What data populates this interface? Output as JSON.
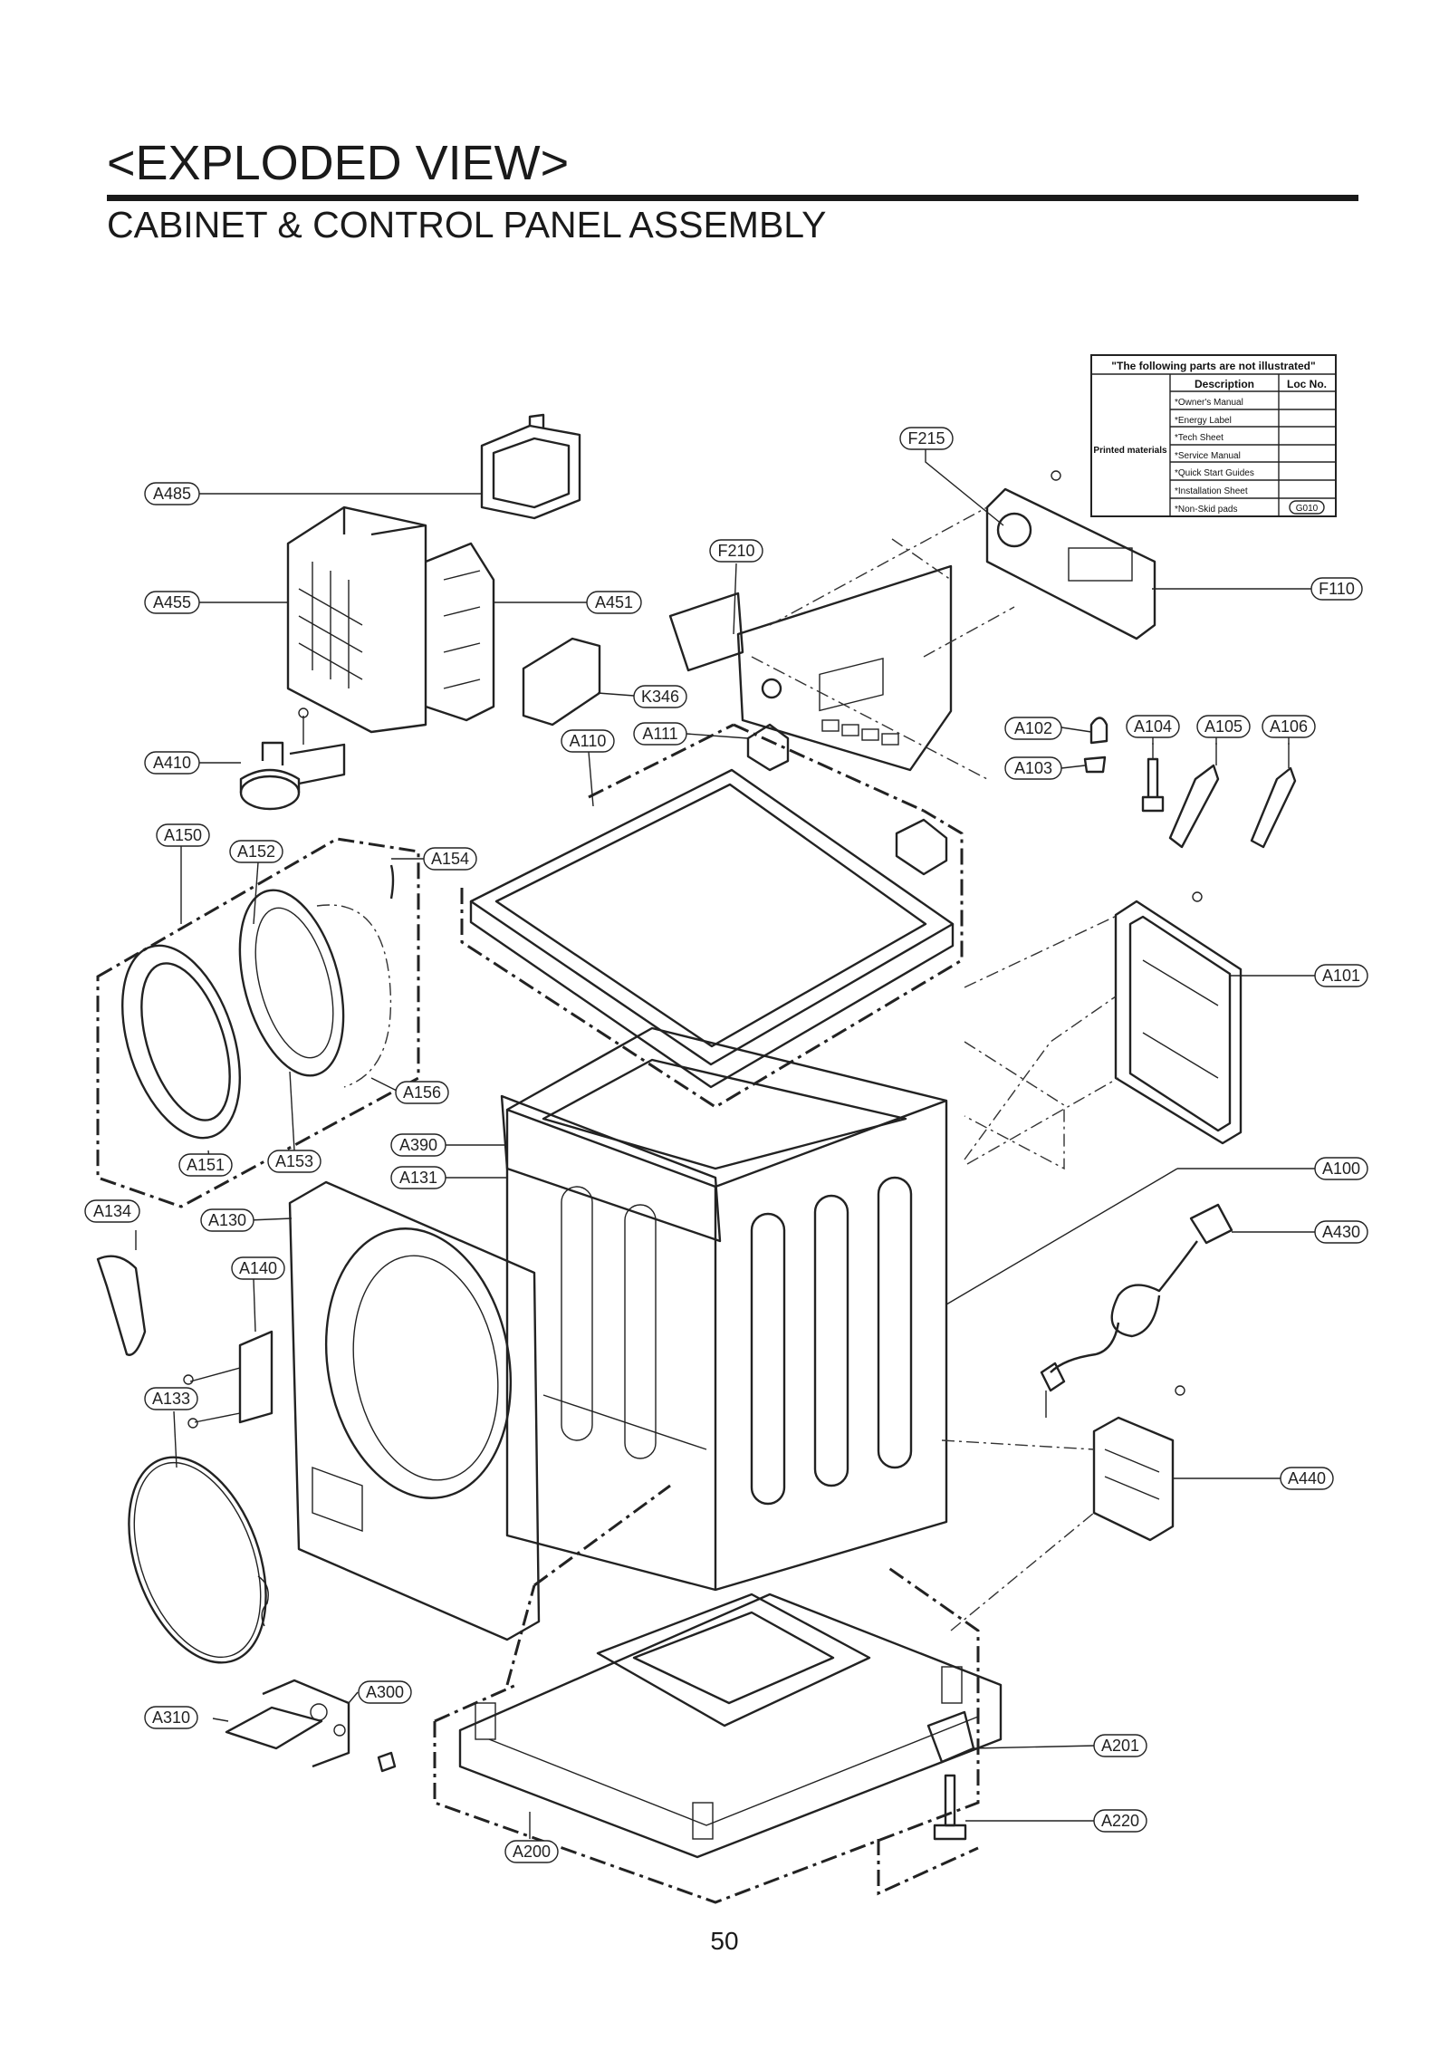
{
  "title": "<EXPLODED VIEW>",
  "subtitle": "CABINET & CONTROL  PANEL ASSEMBLY",
  "page_number": "50",
  "notes_table": {
    "heading": "\"The following parts are not illustrated\"",
    "col_description": "Description",
    "col_loc": "Loc No.",
    "group_label": "Printed materials",
    "rows": [
      {
        "description": "*Owner's Manual",
        "loc": ""
      },
      {
        "description": "*Energy Label",
        "loc": ""
      },
      {
        "description": "*Tech Sheet",
        "loc": ""
      },
      {
        "description": "*Service Manual",
        "loc": ""
      },
      {
        "description": "*Quick Start Guides",
        "loc": ""
      },
      {
        "description": "*Installation Sheet",
        "loc": ""
      },
      {
        "description": "*Non-Skid pads",
        "loc": "G010"
      }
    ]
  },
  "callouts": {
    "A485": "A485",
    "A455": "A455",
    "A451": "A451",
    "K346": "K346",
    "A410": "A410",
    "A150": "A150",
    "A152": "A152",
    "A154": "A154",
    "A156": "A156",
    "A151": "A151",
    "A153": "A153",
    "A134": "A134",
    "A130": "A130",
    "A140": "A140",
    "A133": "A133",
    "A310": "A310",
    "A300": "A300",
    "A200": "A200",
    "A390": "A390",
    "A131": "A131",
    "A110": "A110",
    "A111": "A111",
    "F210": "F210",
    "F215": "F215",
    "F110": "F110",
    "A102": "A102",
    "A103": "A103",
    "A104": "A104",
    "A105": "A105",
    "A106": "A106",
    "A101": "A101",
    "A100": "A100",
    "A430": "A430",
    "A440": "A440",
    "A201": "A201",
    "A220": "A220"
  }
}
